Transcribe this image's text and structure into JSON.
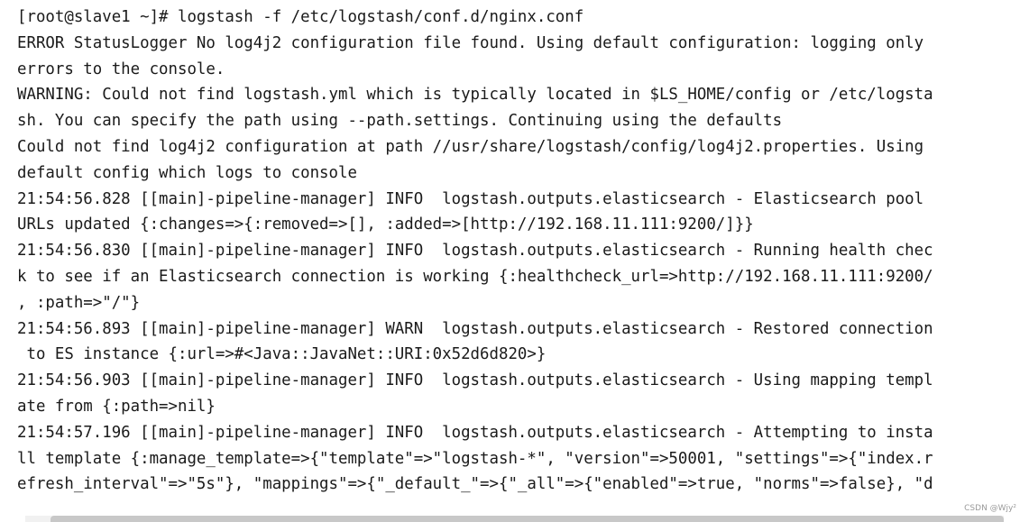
{
  "terminal": {
    "lines": [
      "[root@slave1 ~]# logstash -f /etc/logstash/conf.d/nginx.conf",
      "ERROR StatusLogger No log4j2 configuration file found. Using default configuration: logging only",
      "errors to the console.",
      "WARNING: Could not find logstash.yml which is typically located in $LS_HOME/config or /etc/logsta",
      "sh. You can specify the path using --path.settings. Continuing using the defaults",
      "Could not find log4j2 configuration at path //usr/share/logstash/config/log4j2.properties. Using",
      "default config which logs to console",
      "21:54:56.828 [[main]-pipeline-manager] INFO  logstash.outputs.elasticsearch - Elasticsearch pool",
      "URLs updated {:changes=>{:removed=>[], :added=>[http://192.168.11.111:9200/]}}",
      "21:54:56.830 [[main]-pipeline-manager] INFO  logstash.outputs.elasticsearch - Running health chec",
      "k to see if an Elasticsearch connection is working {:healthcheck_url=>http://192.168.11.111:9200/",
      ", :path=>\"/\"}",
      "21:54:56.893 [[main]-pipeline-manager] WARN  logstash.outputs.elasticsearch - Restored connection",
      " to ES instance {:url=>#<Java::JavaNet::URI:0x52d6d820>}",
      "21:54:56.903 [[main]-pipeline-manager] INFO  logstash.outputs.elasticsearch - Using mapping templ",
      "ate from {:path=>nil}",
      "21:54:57.196 [[main]-pipeline-manager] INFO  logstash.outputs.elasticsearch - Attempting to insta",
      "ll template {:manage_template=>{\"template\"=>\"logstash-*\", \"version\"=>50001, \"settings\"=>{\"index.r",
      "efresh_interval\"=>\"5s\"}, \"mappings\"=>{\"_default_\"=>{\"_all\"=>{\"enabled\"=>true, \"norms\"=>false}, \"d"
    ]
  },
  "watermark": "CSDN @Wjy²"
}
